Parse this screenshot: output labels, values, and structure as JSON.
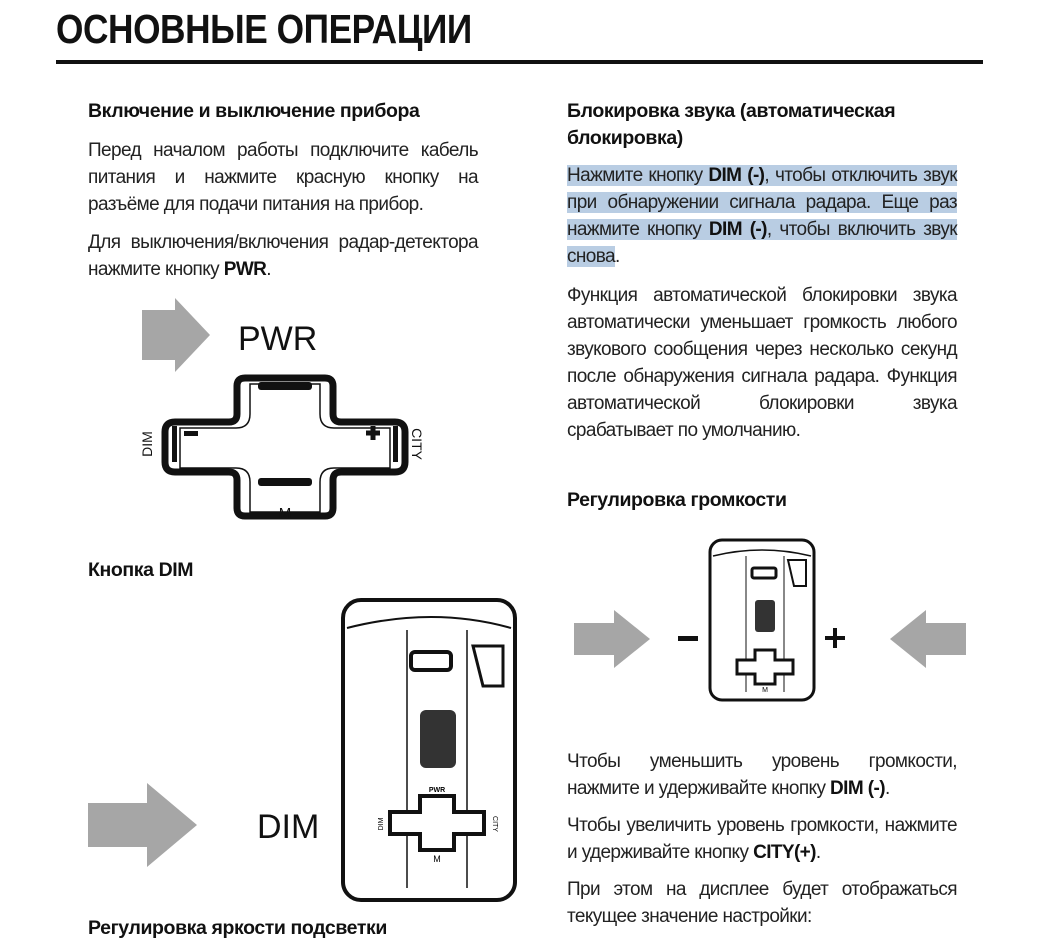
{
  "title": "ОСНОВНЫЕ ОПЕРАЦИИ",
  "left": {
    "power": {
      "heading": "Включение и выключение прибора",
      "p1": "Перед началом работы подключите кабель питания и нажмите красную кнопку на разъёме для подачи питания на прибор.",
      "p2_text": "Для выключения/включения радар-детектора нажмите кнопку ",
      "p2_bold": "PWR",
      "p2_end": "."
    },
    "figure1": {
      "pwr": "PWR",
      "dim": "DIM",
      "city": "CITY",
      "m": "M",
      "minus": "−",
      "plus": "+"
    },
    "dim_heading": "Кнопка DIM",
    "figure2": {
      "label": "DIM",
      "pwr": "PWR",
      "dim": "DIM",
      "city": "CITY",
      "m": "M"
    },
    "brightness_heading": "Регулировка яркости подсветки"
  },
  "right": {
    "mute": {
      "heading": "Блокировка звука (автоматическая блокировка)",
      "hl1": "Нажмите кнопку ",
      "hl_bold1": "DIM (-)",
      "hl2": ", чтобы отключить звук при обнаружении сигнала радара. Еще раз нажмите кнопку ",
      "hl_bold2": "DIM (-)",
      "hl3": ", чтобы включить звук снова",
      "hl_end": ".",
      "p2": "Функция автоматической блокировки звука автоматически уменьшает громкость любого звукового сообщения через несколько секунд после обнаружения сигнала радара. Функция автоматической блокировки звука срабатывает по умолчанию."
    },
    "volume": {
      "heading": "Регулировка громкости",
      "fig_minus": "−",
      "fig_plus": "+",
      "p1_text": "Чтобы уменьшить уровень громкости, нажмите и удерживайте кнопку ",
      "p1_bold": "DIM (-)",
      "p2_text": "Чтобы увеличить уровень громкости, нажмите и удерживайте кнопку ",
      "p2_bold": "CITY(+)",
      "dot": ".",
      "p3": "При этом на дисплее будет отображаться текущее значение настройки:"
    }
  },
  "colors": {
    "highlight": "#b9cde3",
    "arrow": "#a6a6a6"
  }
}
